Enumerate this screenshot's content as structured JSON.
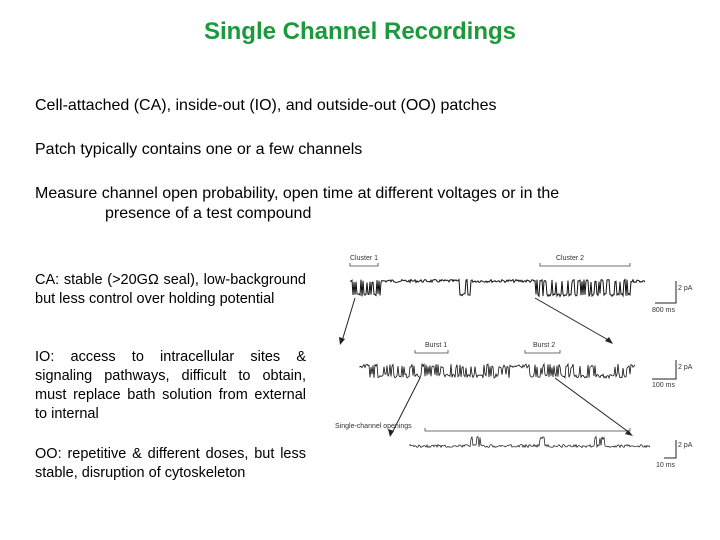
{
  "slide": {
    "title": "Single Channel Recordings",
    "bullets": [
      "Cell-attached (CA), inside-out (IO), and outside-out (OO) patches",
      "Patch typically contains one or a few channels",
      "Measure channel open probability, open time at different voltages or in the",
      "presence of a test compound"
    ],
    "descriptions": [
      {
        "abbr": "CA",
        "text": ": stable (>20GΩ seal), low-background but less control over holding potential"
      },
      {
        "abbr": "IO",
        "text": ": access to intracellular sites & signaling pathways, difficult to obtain, must replace bath solution from external to internal"
      },
      {
        "abbr": "OO",
        "text": ": repetitive & different doses, but less stable, disruption of cytoskeleton"
      }
    ]
  },
  "figure": {
    "labels": {
      "cluster1": "Cluster 1",
      "cluster2": "Cluster 2",
      "burst1": "Burst 1",
      "burst2": "Burst 2",
      "single_channel": "Single-channel openings"
    },
    "scale_bars": [
      {
        "amp": "2 pA",
        "time": "800 ms"
      },
      {
        "amp": "2 pA",
        "time": "100 ms"
      },
      {
        "amp": "2 pA",
        "time": "10 ms"
      }
    ]
  }
}
